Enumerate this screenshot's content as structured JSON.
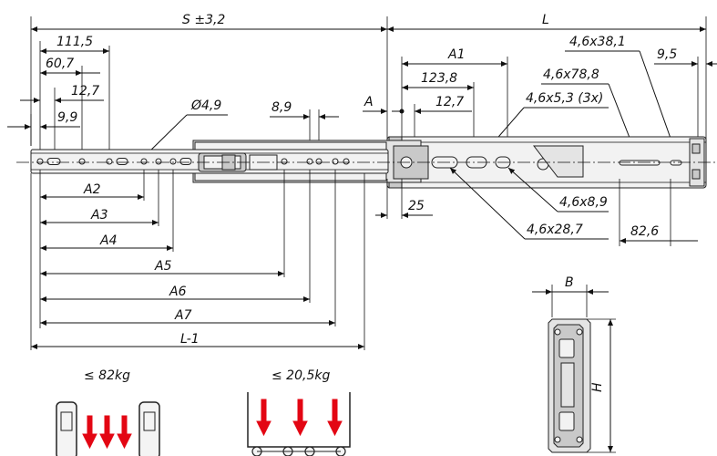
{
  "labels": {
    "S": "S ±3,2",
    "L": "L",
    "d111": "111,5",
    "d60": "60,7",
    "d12a": "12,7",
    "d99": "9,9",
    "dia": "Ø4,9",
    "d89": "8,9",
    "A": "A",
    "A1": "A1",
    "d123": "123,8",
    "d12b": "12,7",
    "s381": "4,6x38,1",
    "d95": "9,5",
    "s788": "4,6x78,8",
    "s53": "4,6x5,3 (3x)",
    "s89": "4,6x8,9",
    "s287": "4,6x28,7",
    "d25": "25",
    "d826": "82,6",
    "A2": "A2",
    "A3": "A3",
    "A4": "A4",
    "A5": "A5",
    "A6": "A6",
    "A7": "A7",
    "L1": "L-1",
    "B": "B",
    "H": "H",
    "load1": "≤ 82kg",
    "load2": "≤ 20,5kg"
  }
}
